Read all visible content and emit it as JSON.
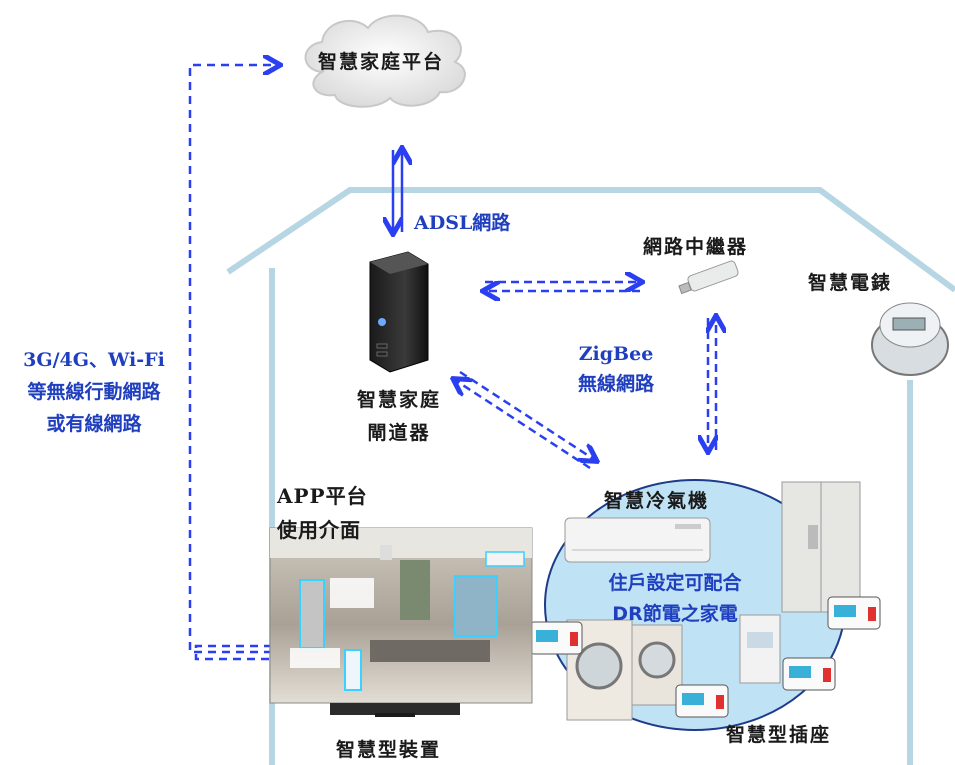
{
  "cloud_label": "智慧家庭平台",
  "adsl_label": "ADSL網路",
  "repeater_label": "網路中繼器",
  "smart_meter_label": "智慧電錶",
  "zigbee_label": [
    "ZigBee",
    "無線網路"
  ],
  "gateway_label": [
    "智慧家庭",
    "閘道器"
  ],
  "wireless_label": [
    "3G/4G、Wi-Fi",
    "等無線行動網路",
    "或有線網路"
  ],
  "app_label": [
    "APP平台",
    "使用介面"
  ],
  "aircon_label": "智慧冷氣機",
  "dr_label": [
    "住戶設定可配合",
    "DR節電之家電"
  ],
  "smart_device_label": "智慧型裝置",
  "smart_socket_label": "智慧型插座",
  "colors": {
    "arrow_blue": "#2a3ff0",
    "house_line": "#b7d6e4",
    "dr_ellipse": "#bfe2f5",
    "label_blue": "#1f3fbf"
  }
}
